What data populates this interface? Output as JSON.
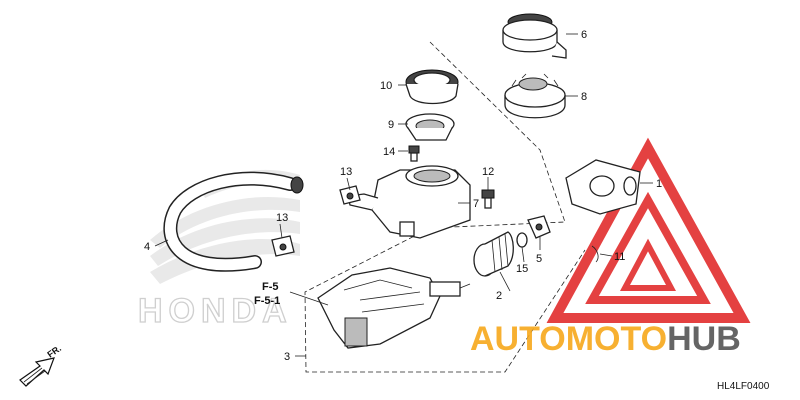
{
  "diagram_code": "HL4LF0400",
  "callouts": {
    "p1": "1",
    "p2": "2",
    "p3": "3",
    "p4": "4",
    "p5": "5",
    "p6": "6",
    "p7": "7",
    "p8": "8",
    "p9": "9",
    "p10": "10",
    "p11": "11",
    "p12": "12",
    "p13a": "13",
    "p13b": "13",
    "p14": "14",
    "p15": "15"
  },
  "refs": {
    "f5": "F-5",
    "f51": "F-5-1"
  },
  "direction": {
    "label": "FR."
  },
  "watermark": {
    "brand_text": "HONDA",
    "auto": "AUTO",
    "moto": "MOTO",
    "hub": "HUB",
    "colors": {
      "red": "#e02020",
      "orange": "#f7a81b",
      "grey": "#555555"
    }
  }
}
